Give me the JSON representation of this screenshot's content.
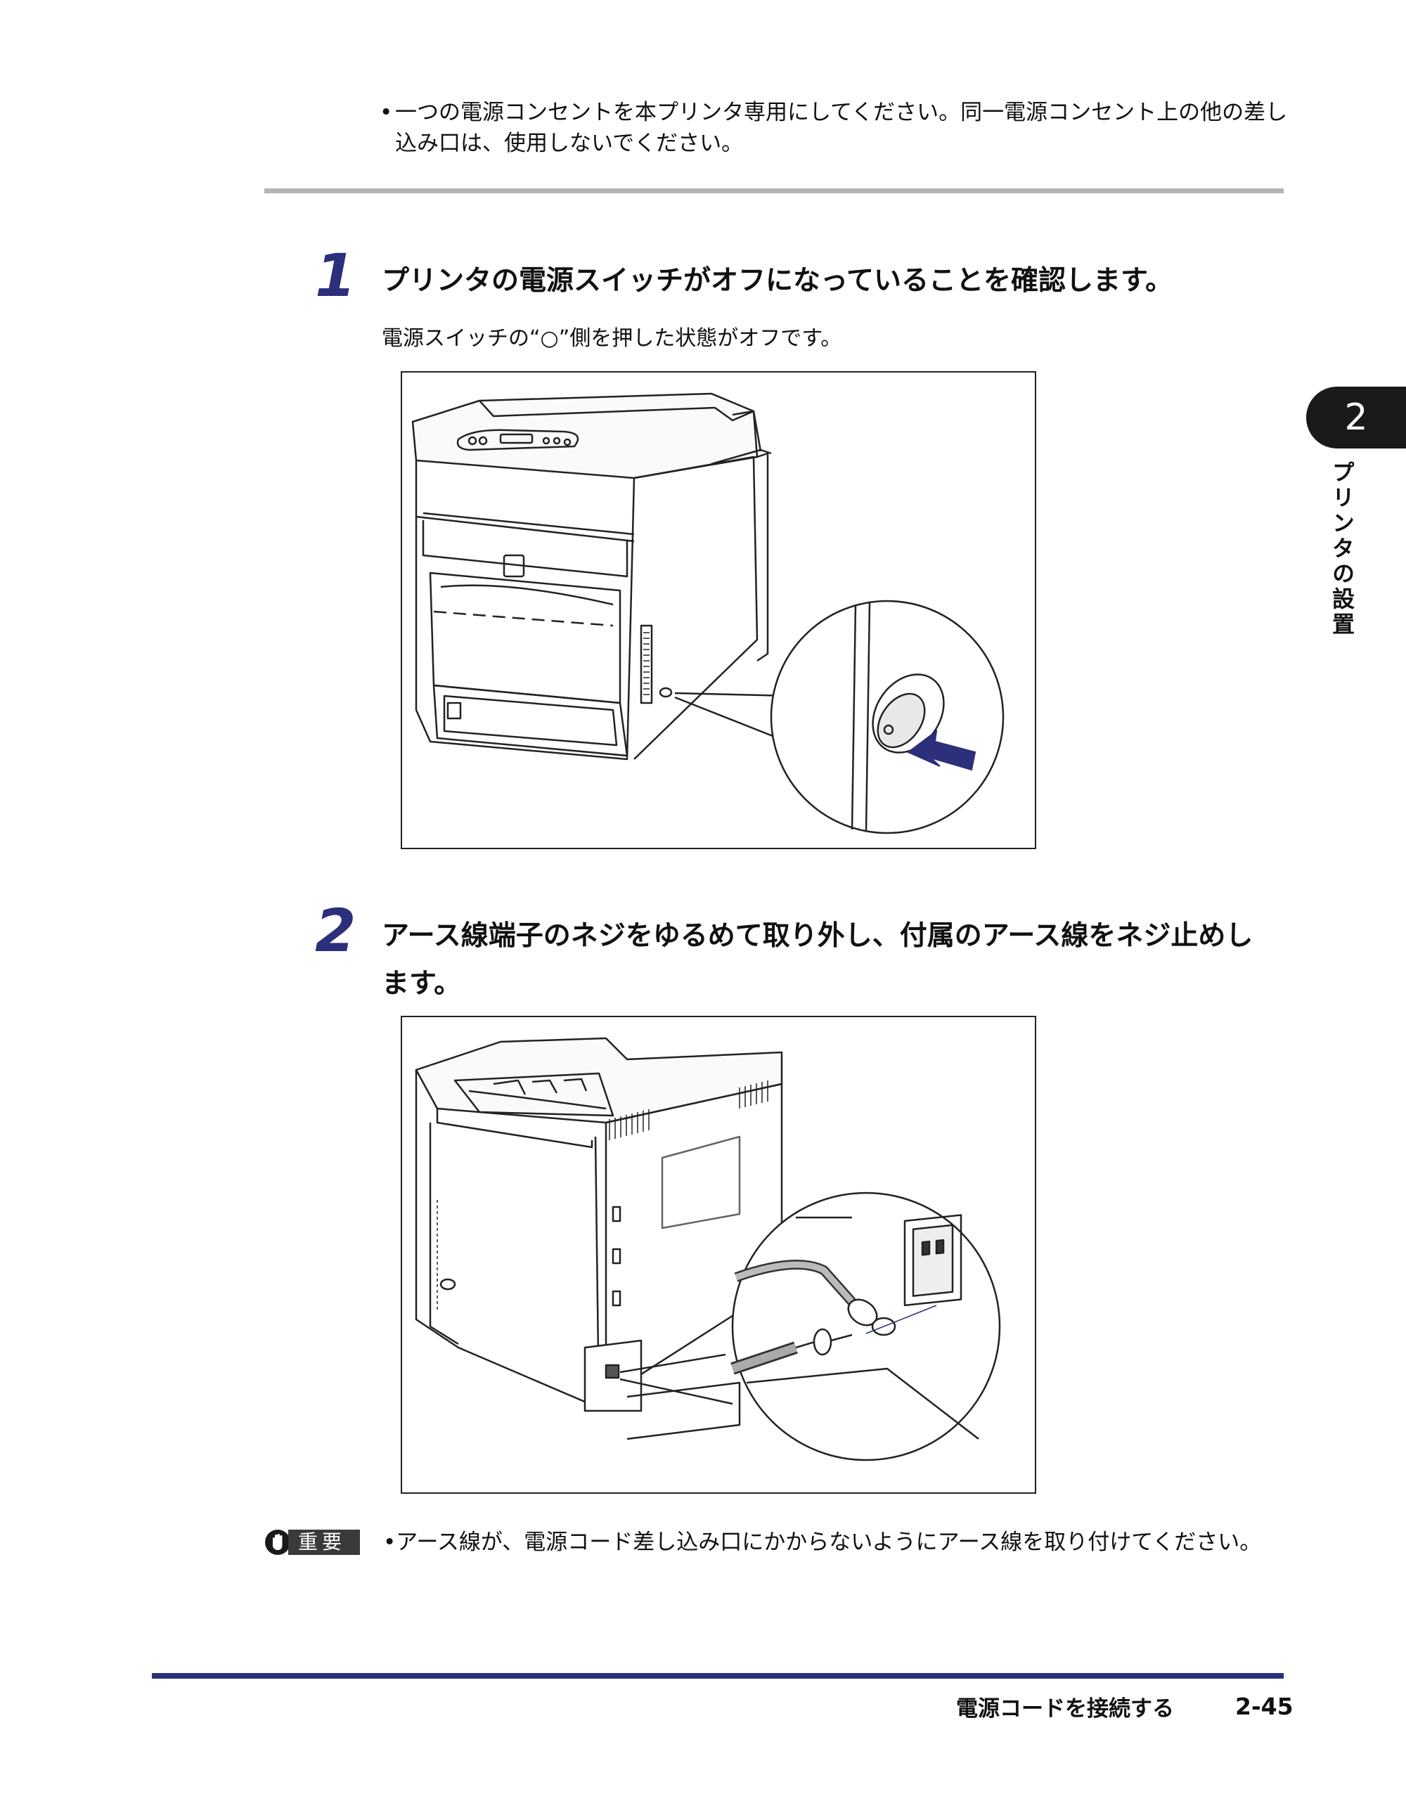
{
  "note": {
    "bullet": "•",
    "text": "一つの電源コンセントを本プリンタ専用にしてください。同一電源コンセント上の他の差し込み口は、使用しないでください。"
  },
  "steps": [
    {
      "number": "1",
      "title": "プリンタの電源スイッチがオフになっていることを確認します。",
      "desc": "電源スイッチの“○”側を押した状態がオフです。"
    },
    {
      "number": "2",
      "title_line1": "アース線端子のネジをゆるめて取り外し、付属のアース線をネジ止めし",
      "title_line2": "ます。"
    }
  ],
  "important": {
    "label": "重要",
    "bullet": "•",
    "text": "アース線が、電源コード差し込み口にかからないようにアース線を取り付けてください。"
  },
  "footer": {
    "section_title": "電源コードを接続する",
    "page_number": "2-45"
  },
  "chapter": {
    "number": "2",
    "title": "プリンタの設置"
  },
  "icons": [
    "hand-stop-icon",
    "printer-front-illustration",
    "printer-rear-illustration"
  ]
}
